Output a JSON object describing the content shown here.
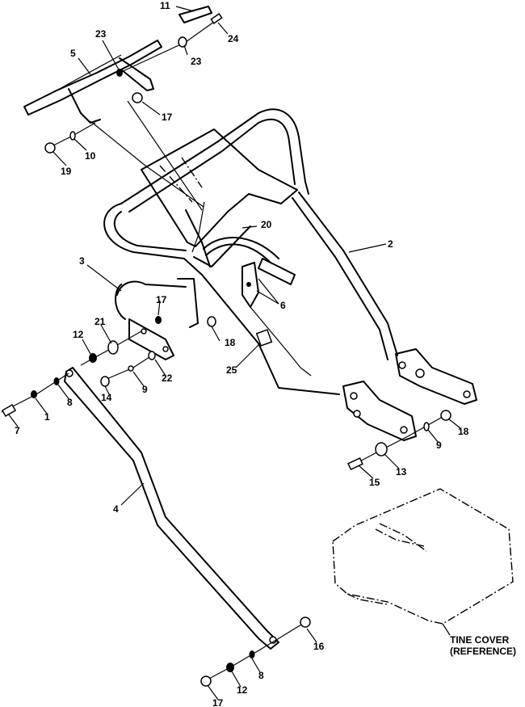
{
  "callouts": {
    "c1": "1",
    "c2": "2",
    "c3": "3",
    "c4": "4",
    "c5": "5",
    "c6": "6",
    "c7": "7",
    "c8a": "8",
    "c8b": "8",
    "c9a": "9",
    "c9b": "9",
    "c10": "10",
    "c11": "11",
    "c12a": "12",
    "c12b": "12",
    "c13": "13",
    "c14": "14",
    "c15": "15",
    "c16": "16",
    "c17a": "17",
    "c17b": "17",
    "c17c": "17",
    "c18a": "18",
    "c18b": "18",
    "c19": "19",
    "c20": "20",
    "c21": "21",
    "c22": "22",
    "c23a": "23",
    "c23b": "23",
    "c24": "24",
    "c25": "25"
  },
  "reference": {
    "line1": "TINE COVER",
    "line2": "(REFERENCE)"
  }
}
